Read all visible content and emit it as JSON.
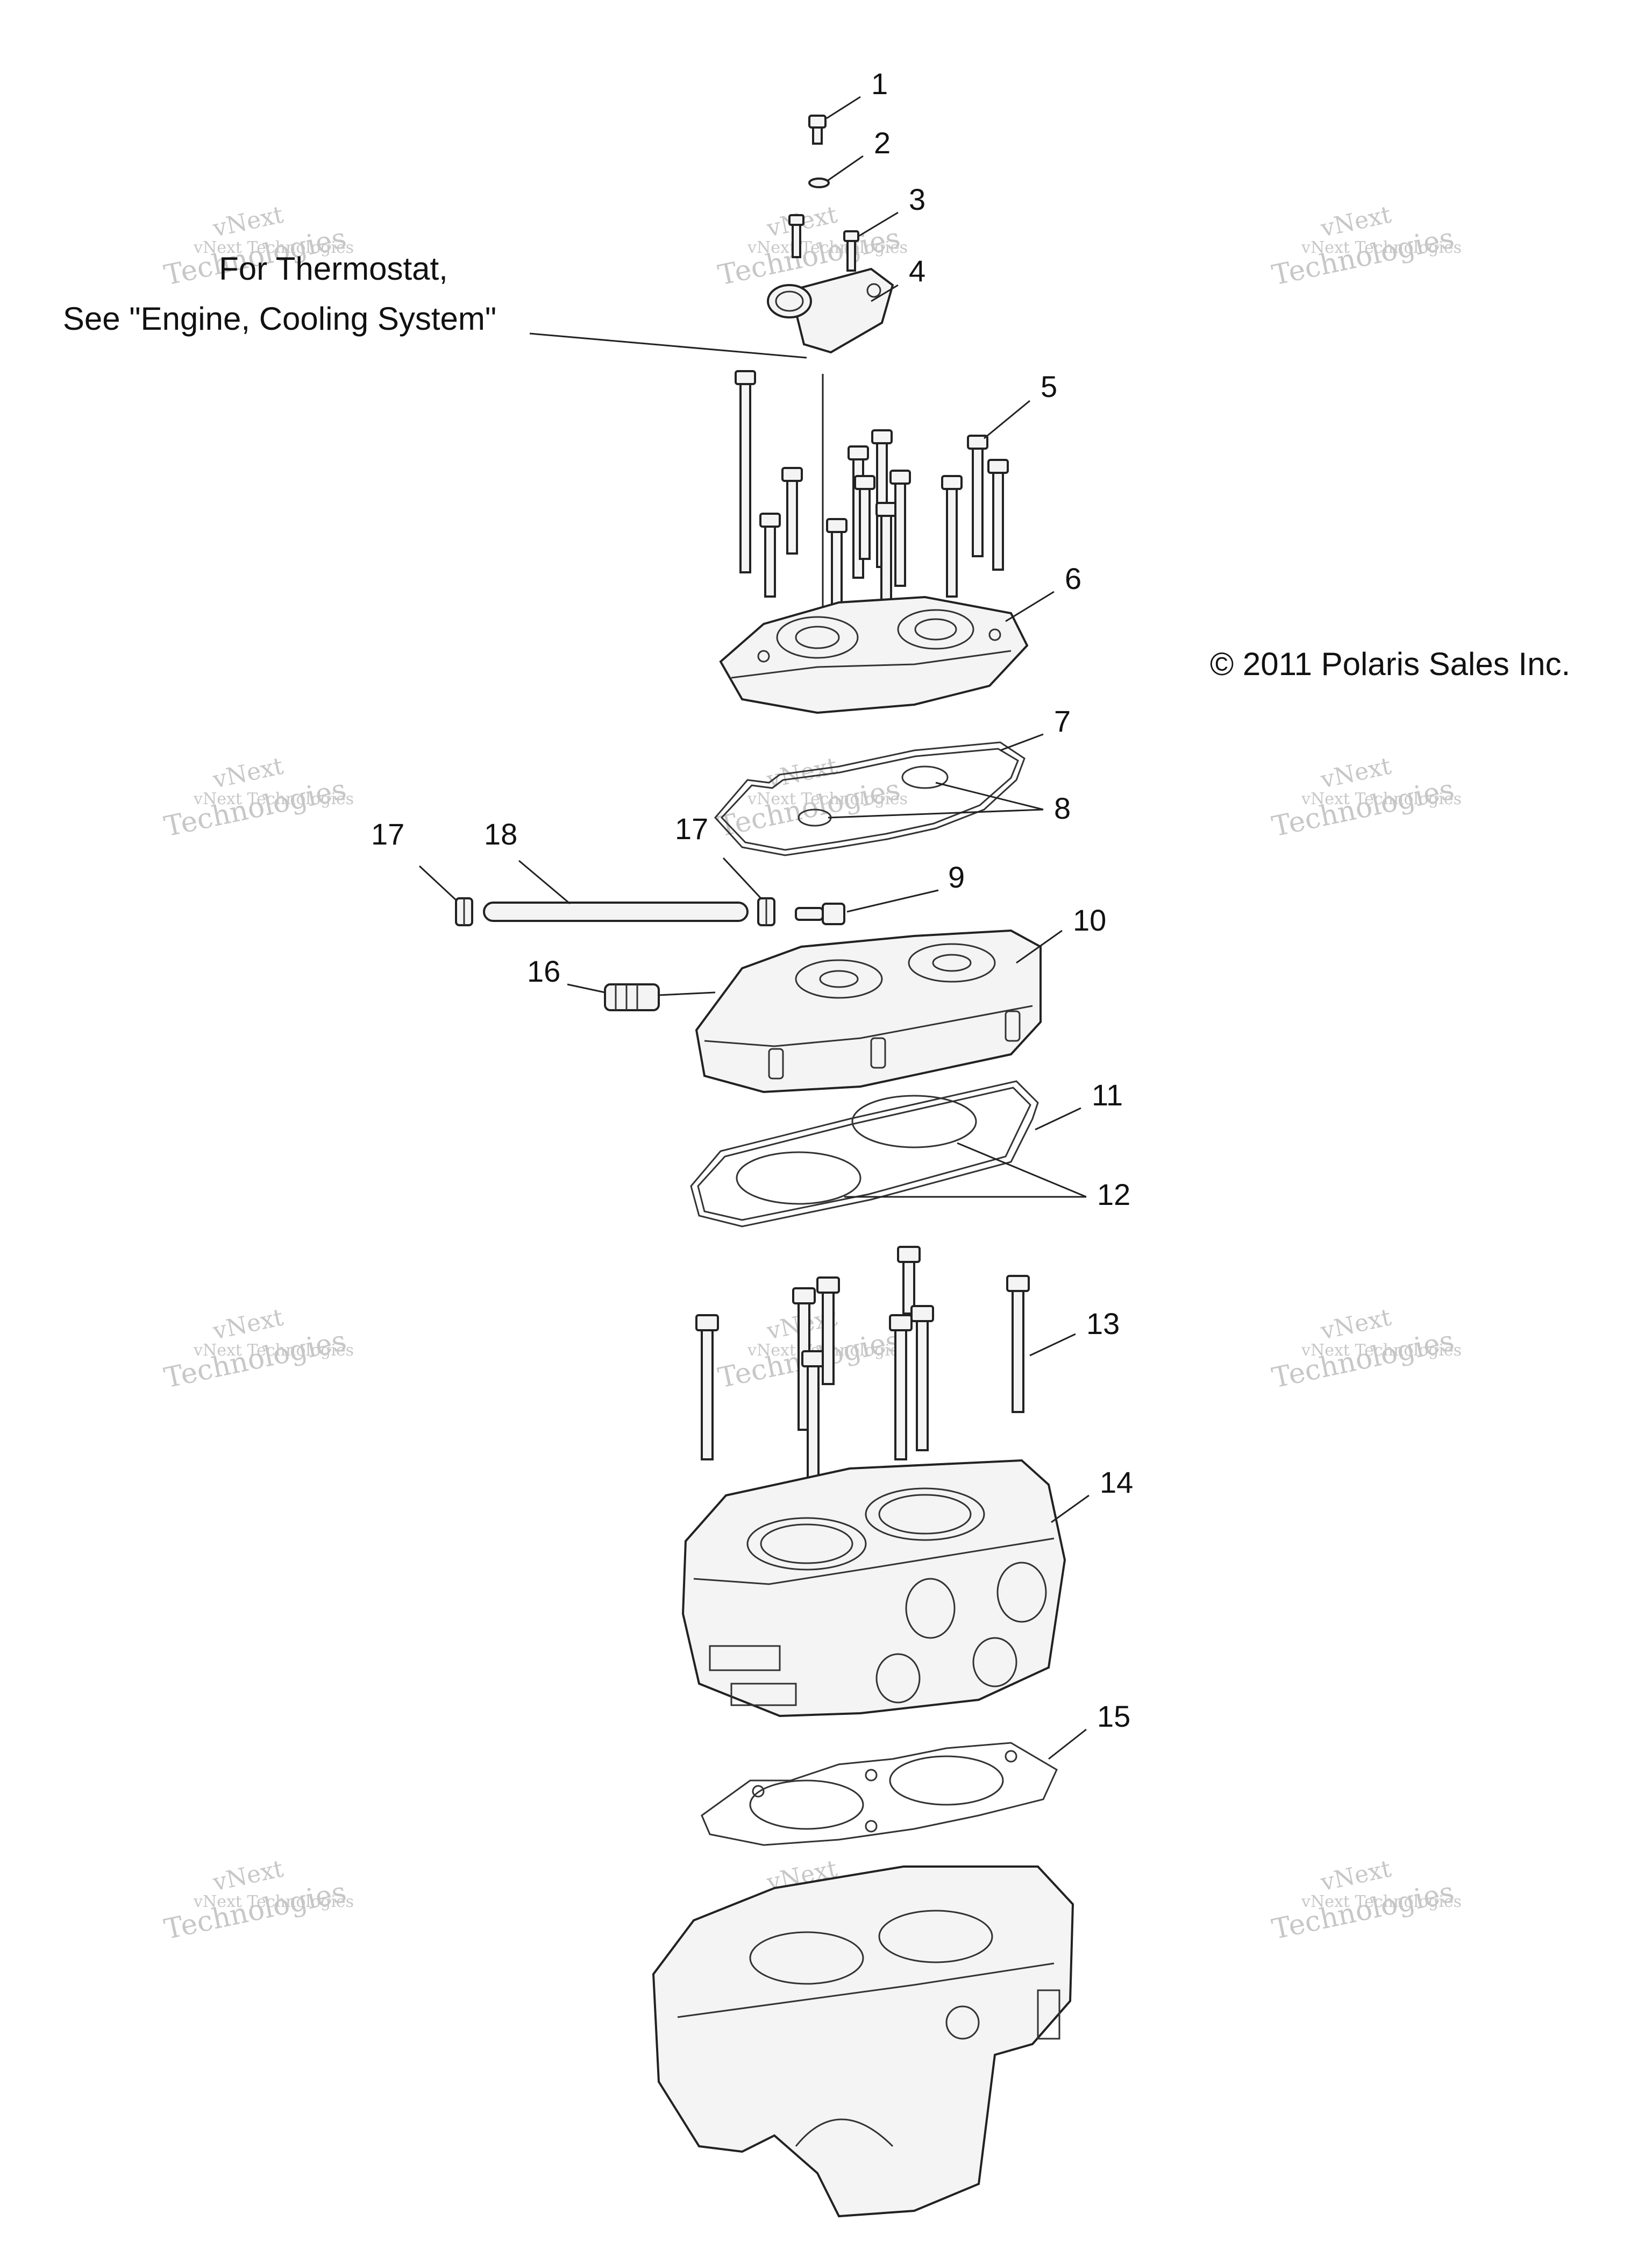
{
  "diagram": {
    "copyright": "© 2011 Polaris Sales Inc.",
    "note_line1": "For Thermostat,",
    "note_line2": "See \"Engine, Cooling System\"",
    "callouts": [
      {
        "id": "c1",
        "label": "1",
        "part": "Bolt"
      },
      {
        "id": "c2",
        "label": "2",
        "part": "O-ring"
      },
      {
        "id": "c3",
        "label": "3",
        "part": "Bolts"
      },
      {
        "id": "c4",
        "label": "4",
        "part": "Thermostat housing"
      },
      {
        "id": "c5",
        "label": "5",
        "part": "Head cover bolts"
      },
      {
        "id": "c6",
        "label": "6",
        "part": "Head cover"
      },
      {
        "id": "c7",
        "label": "7",
        "part": "Cover gasket"
      },
      {
        "id": "c8",
        "label": "8",
        "part": "Seal rings"
      },
      {
        "id": "c9",
        "label": "9",
        "part": "Fitting"
      },
      {
        "id": "c10",
        "label": "10",
        "part": "Cylinder head"
      },
      {
        "id": "c11",
        "label": "11",
        "part": "Head gasket"
      },
      {
        "id": "c12",
        "label": "12",
        "part": "Combustion rings"
      },
      {
        "id": "c13",
        "label": "13",
        "part": "Cylinder bolts"
      },
      {
        "id": "c14",
        "label": "14",
        "part": "Cylinder"
      },
      {
        "id": "c15",
        "label": "15",
        "part": "Base gasket"
      },
      {
        "id": "c16",
        "label": "16",
        "part": "Hose fitting"
      },
      {
        "id": "c17a",
        "label": "17",
        "part": "Clamp"
      },
      {
        "id": "c17b",
        "label": "17",
        "part": "Clamp"
      },
      {
        "id": "c18",
        "label": "18",
        "part": "Hose"
      }
    ]
  },
  "watermark": {
    "line1": "vNext Technologies",
    "line2": "vNext",
    "line3": "Technologies"
  }
}
